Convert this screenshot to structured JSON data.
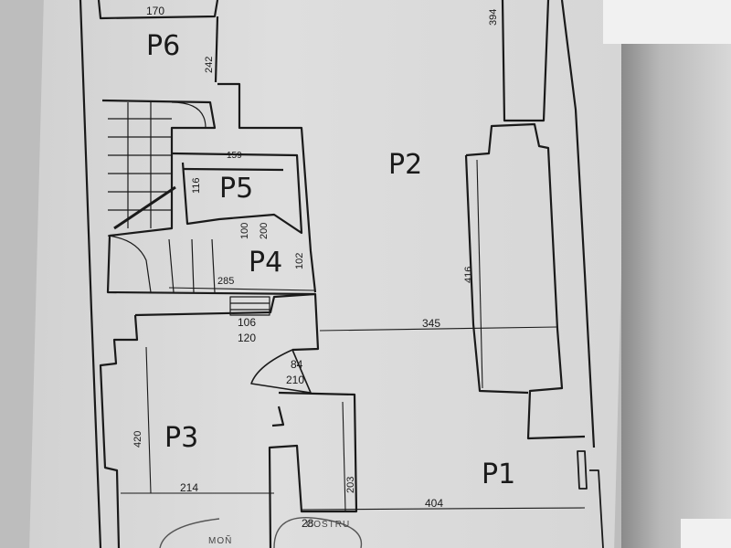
{
  "rooms": {
    "p1": "P1",
    "p2": "P2",
    "p3": "P3",
    "p4": "P4",
    "p5": "P5",
    "p6": "P6"
  },
  "dimensions": {
    "d170": "170",
    "d242": "242",
    "d394": "394",
    "d159": "159",
    "d116": "116",
    "d100": "100",
    "d200": "200",
    "d102": "102",
    "d285": "285",
    "d106": "106",
    "d120": "120",
    "d345": "345",
    "d416": "416",
    "d84": "84",
    "d210": "210",
    "d420": "420",
    "d214": "214",
    "d203": "203",
    "d404": "404",
    "d28": "28"
  },
  "stamp": {
    "line1": "COSTRU",
    "line2": "MOÑ"
  },
  "colors": {
    "ink": "#1a1a1a",
    "paper": "#d8d8d8",
    "background": "#bdbdbd"
  }
}
